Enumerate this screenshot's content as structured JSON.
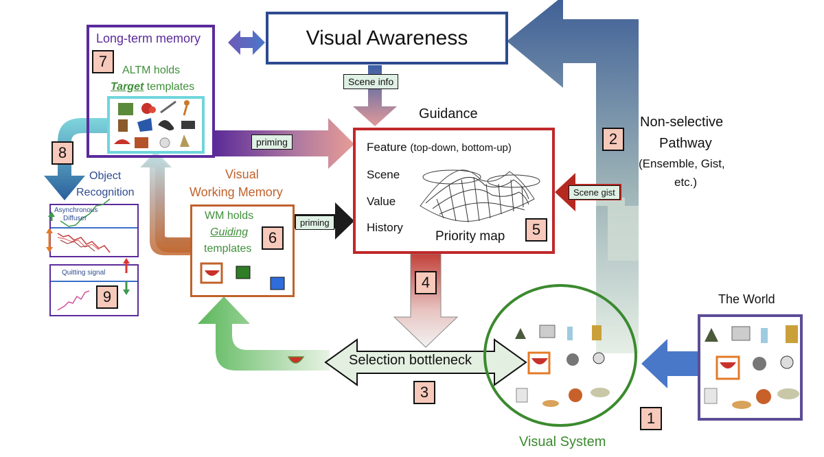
{
  "visual_awareness": "Visual Awareness",
  "long_term_memory": {
    "title": "Long-term memory",
    "altm_line1": "ALTM holds",
    "altm_target": "Target",
    "altm_templates": "templates"
  },
  "vwm": {
    "title_line1": "Visual",
    "title_line2": "Working Memory",
    "wm_line1": "WM holds",
    "wm_guiding": "Guiding",
    "wm_templates": "templates"
  },
  "guidance": {
    "title": "Guidance",
    "feature": "Feature",
    "feature_sub": "(top-down, bottom-up)",
    "scene": "Scene",
    "value": "Value",
    "history": "History",
    "priority_map": "Priority map"
  },
  "tags": {
    "scene_info": "Scene info",
    "priming_top": "priming",
    "priming_wm": "priming",
    "scene_gist": "Scene gist"
  },
  "nonselective": {
    "line1": "Non-selective",
    "line2": "Pathway",
    "line3": "(Ensemble, Gist,",
    "line4": "etc.)"
  },
  "object_recognition": {
    "line1": "Object",
    "line2": "Recognition"
  },
  "plots": {
    "diffuser_line1": "Asynchronous",
    "diffuser_line2": "Diffuser",
    "quitting": "Quitting signal"
  },
  "selection_bottleneck": "Selection bottleneck",
  "visual_system": "Visual System",
  "the_world": "The World",
  "numbers": [
    "1",
    "2",
    "3",
    "4",
    "5",
    "6",
    "7",
    "8",
    "9"
  ],
  "colors": {
    "ltm_purple": "#5b2a9c",
    "awareness_blue": "#2e4a8f",
    "guidance_red": "#c0282b",
    "wm_orange": "#c0612b",
    "system_green": "#3b8a2e",
    "world_purple": "#5c4c96",
    "label_green": "#3f8f3a",
    "number_fill": "#f6c9bb"
  }
}
